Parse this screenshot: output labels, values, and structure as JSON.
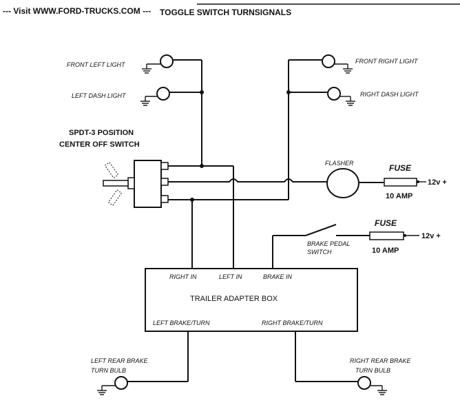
{
  "header": {
    "visit_text": "--- Visit WWW.FORD-TRUCKS.COM ---",
    "title": "TOGGLE SWITCH TURNSIGNALS"
  },
  "labels": {
    "front_left_light": "FRONT LEFT LIGHT",
    "left_dash_light": "LEFT DASH LIGHT",
    "front_right_light": "FRONT RIGHT LIGHT",
    "right_dash_light": "RIGHT DASH LIGHT",
    "switch_line1": "SPDT-3 POSITION",
    "switch_line2": "CENTER OFF SWITCH",
    "flasher": "FLASHER",
    "fuse_top": "FUSE",
    "amp_top": "10 AMP",
    "v12_top": "12v +",
    "brake_pedal_line1": "BRAKE PEDAL",
    "brake_pedal_line2": "SWITCH",
    "fuse_mid": "FUSE",
    "amp_mid": "10 AMP",
    "v12_mid": "12v +",
    "right_in": "RIGHT IN",
    "left_in": "LEFT IN",
    "brake_in": "BRAKE IN",
    "box_title": "TRAILER ADAPTER BOX",
    "left_brake_turn": "LEFT BRAKE/TURN",
    "right_brake_turn": "RIGHT BRAKE/TURN",
    "left_rear_line1": "LEFT REAR BRAKE",
    "left_rear_line2": "TURN BULB",
    "right_rear_line1": "RIGHT REAR BRAKE",
    "right_rear_line2": "TURN BULB"
  }
}
